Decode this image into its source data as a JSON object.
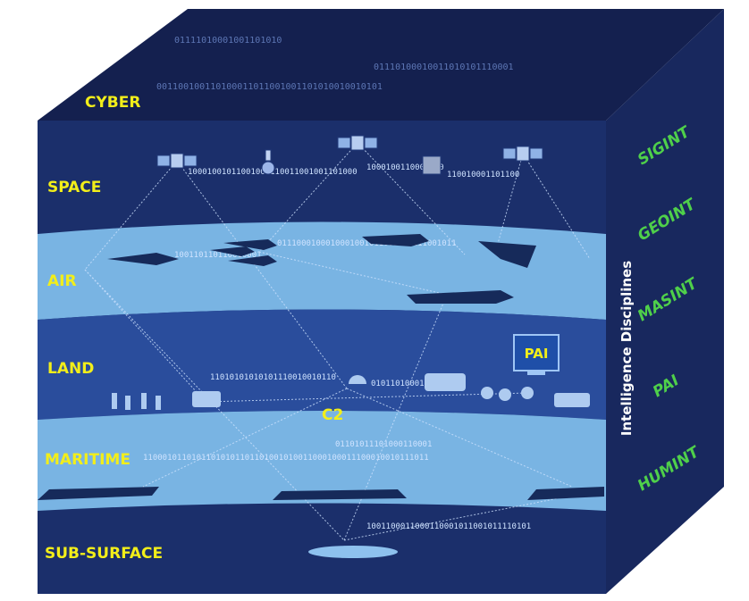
{
  "colors": {
    "cube_front": "#1b2f6b",
    "cube_top": "#14204f",
    "cube_side": "#18285e",
    "band_light": "#79b4e3",
    "band_mid": "#5f9ad6",
    "band_dark": "#1f3f8c",
    "label_yellow": "#f2ee1a",
    "discipline_green": "#4fd04a",
    "side_title_white": "#ffffff",
    "binary_text": "#cfe3ff",
    "silhouette": "#162a5a"
  },
  "cube": {
    "top_binary": [
      "01111010001001101010",
      "01110100010011010101110001",
      "001100100110100011011001001101010010010101"
    ]
  },
  "domains": {
    "cyber": "CYBER",
    "space": "SPACE",
    "air": "AIR",
    "land": "LAND",
    "maritime": "MARITIME",
    "sub_surface": "SUB-SURFACE"
  },
  "center_labels": {
    "c2": "C2",
    "pai_monitor": "PAI"
  },
  "side": {
    "title": "Intelligence Disciplines",
    "disciplines": [
      "SIGINT",
      "GEOINT",
      "MASINT",
      "PAI",
      "HUMINT"
    ]
  },
  "binary_streams": {
    "space_link_1": "10001001011001000110011001001101000",
    "space_link_2": "110010001101100",
    "space_link_3": "1000100110001010",
    "air_link_1": "100110110110010001",
    "air_link_2": "0111000100010001001011001000111001011",
    "land_link_1": "11010101010101110010010110",
    "land_link_2": "0101101000110101",
    "maritime_link_1": "11000101101011010101101101001010011000100011100010010111011",
    "maritime_link_2": "01101011101000110001",
    "subsurface_link": "1001100011000110001011001011110101"
  },
  "icons": {
    "satellites": [
      "satellite-icon",
      "satellite-icon",
      "satellite-icon",
      "satellite-icon",
      "satellite-icon"
    ],
    "aircraft": [
      "fighter-jet-icon",
      "fighter-formation-icon",
      "drone-icon",
      "surveillance-plane-icon",
      "awacs-plane-icon"
    ],
    "land": [
      "soldiers-icon",
      "humvee-icon",
      "radar-dish-icon",
      "tank-icon",
      "computer-monitor-icon"
    ],
    "sea": [
      "warship-icon",
      "destroyer-icon",
      "warship-icon",
      "submarine-icon"
    ]
  }
}
